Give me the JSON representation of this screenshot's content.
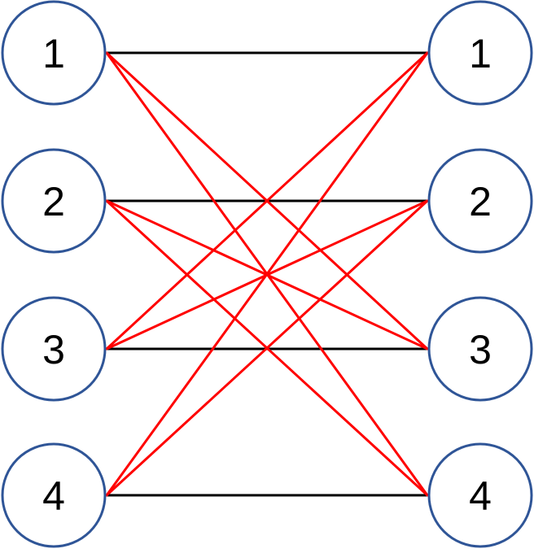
{
  "diagram": {
    "left_nodes": [
      {
        "id": "L1",
        "label": "1"
      },
      {
        "id": "L2",
        "label": "2"
      },
      {
        "id": "L3",
        "label": "3"
      },
      {
        "id": "L4",
        "label": "4"
      }
    ],
    "right_nodes": [
      {
        "id": "R1",
        "label": "1"
      },
      {
        "id": "R2",
        "label": "2"
      },
      {
        "id": "R3",
        "label": "3"
      },
      {
        "id": "R4",
        "label": "4"
      }
    ],
    "edges": [
      {
        "from": 1,
        "to": 1,
        "color": "black"
      },
      {
        "from": 2,
        "to": 2,
        "color": "black"
      },
      {
        "from": 3,
        "to": 3,
        "color": "black"
      },
      {
        "from": 4,
        "to": 4,
        "color": "black"
      },
      {
        "from": 1,
        "to": 3,
        "color": "red"
      },
      {
        "from": 1,
        "to": 4,
        "color": "red"
      },
      {
        "from": 2,
        "to": 3,
        "color": "red"
      },
      {
        "from": 2,
        "to": 4,
        "color": "red"
      },
      {
        "from": 3,
        "to": 1,
        "color": "red"
      },
      {
        "from": 3,
        "to": 2,
        "color": "red"
      },
      {
        "from": 4,
        "to": 1,
        "color": "red"
      },
      {
        "from": 4,
        "to": 2,
        "color": "red"
      }
    ],
    "colors": {
      "node_stroke": "#2f5597",
      "node_fill": "#ffffff",
      "label": "#000000",
      "black": "#000000",
      "red": "#ff0000"
    }
  }
}
